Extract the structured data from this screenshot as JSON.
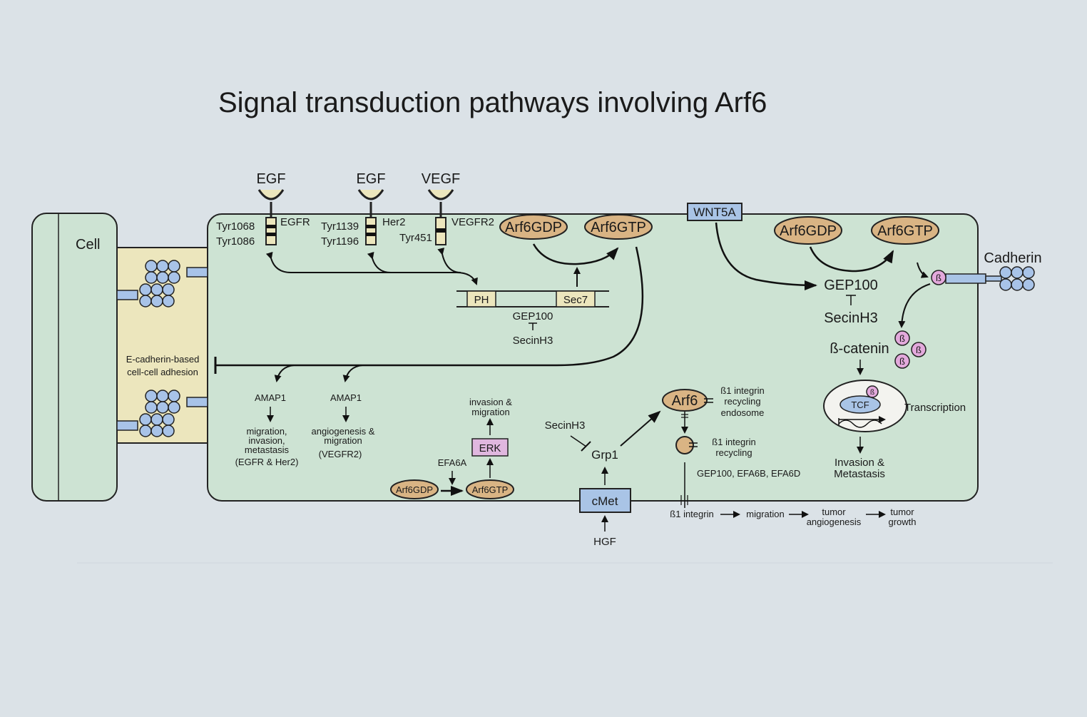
{
  "title": "Signal transduction pathways involving Arf6",
  "colors": {
    "background": "#dbe2e7",
    "cell": "#cde3d3",
    "adhesion": "#ece6bd",
    "arf": "#d9b484",
    "box_blue": "#a9c4e6",
    "bead": "#a8c3e8",
    "erk": "#e0b7df",
    "beta": "#e3a9dc"
  },
  "left_cell": {
    "label": "Cell"
  },
  "adhesion": {
    "label_line1": "E-cadherin-based",
    "label_line2": "cell-cell adhesion"
  },
  "receptors": {
    "egfr": {
      "ligand": "EGF",
      "name": "EGFR",
      "site1": "Tyr1068",
      "site2": "Tyr1086"
    },
    "her2": {
      "ligand": "EGF",
      "name": "Her2",
      "site1": "Tyr1139",
      "site2": "Tyr1196"
    },
    "vegfr2": {
      "ligand": "VEGF",
      "name": "VEGFR2",
      "site1": "Tyr451"
    }
  },
  "arf_cycle_left": {
    "gdp": "Arf6GDP",
    "gtp": "Arf6GTP"
  },
  "gep100_domain": {
    "ph": "PH",
    "sec7": "Sec7",
    "name": "GEP100",
    "inhibitor": "SecinH3"
  },
  "amap_left": {
    "name": "AMAP1",
    "out1": "migration,",
    "out2": "invasion,",
    "out3": "metastasis",
    "out4": "(EGFR & Her2)"
  },
  "amap_right": {
    "name": "AMAP1",
    "out1": "angiogenesis &",
    "out2": "migration",
    "out3": "(VEGFR2)"
  },
  "erk_path": {
    "outcome1": "invasion &",
    "outcome2": "migration",
    "erk": "ERK",
    "gef": "EFA6A",
    "gdp": "Arf6GDP",
    "gtp": "Arf6GTP"
  },
  "grp1_path": {
    "inhibitor": "SecinH3",
    "grp1": "Grp1",
    "cmet": "cMet",
    "hgf": "HGF"
  },
  "integrin": {
    "arf": "Arf6",
    "endosome1": "ß1 integrin",
    "endosome2": "recycling",
    "endosome3": "endosome",
    "recycling1": "ß1 integrin",
    "recycling2": "recycling",
    "gefs": "GEP100, EFA6B, EFA6D",
    "chain1": "ß1 integrin",
    "chain2": "migration",
    "chain3a": "tumor",
    "chain3b": "angiogenesis",
    "chain4a": "tumor",
    "chain4b": "growth"
  },
  "wnt": {
    "wnt5a": "WNT5A",
    "gdp": "Arf6GDP",
    "gtp": "Arf6GTP",
    "gep100": "GEP100",
    "inhibitor": "SecinH3",
    "cadherin": "Cadherin",
    "beta": "ß",
    "beta_catenin": "ß-catenin",
    "tcf": "TCF",
    "transcription": "Transcription",
    "outcome1": "Invasion &",
    "outcome2": "Metastasis"
  }
}
